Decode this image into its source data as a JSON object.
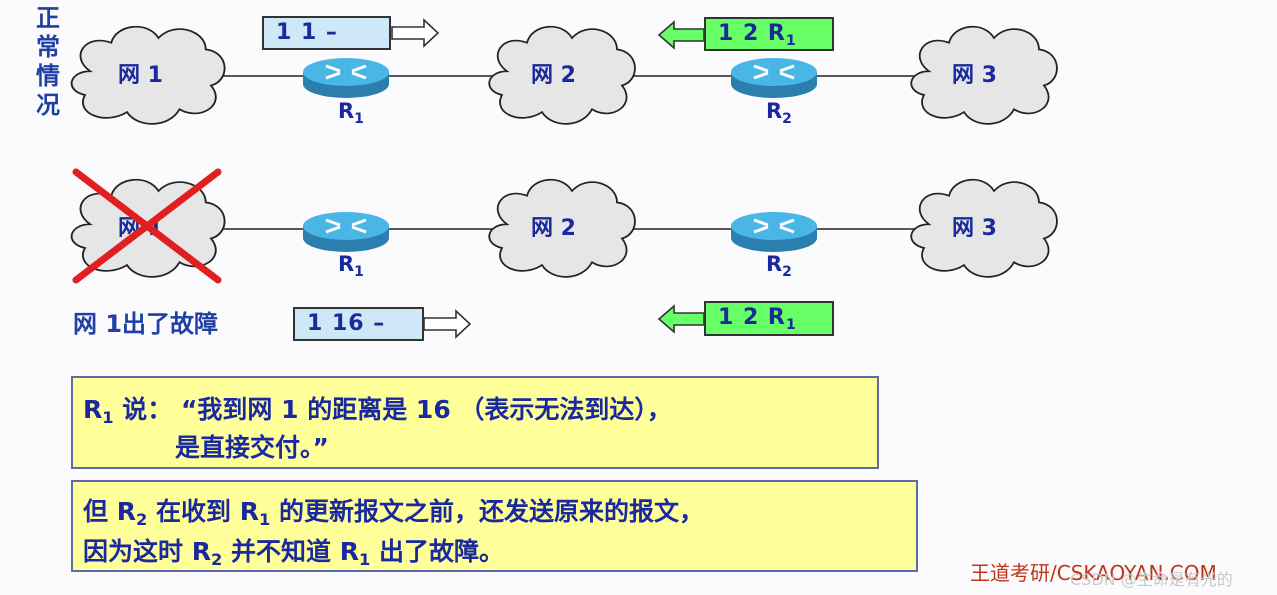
{
  "side_label_chars": [
    "正",
    "常",
    "情",
    "况"
  ],
  "networks": {
    "net1": "网 1",
    "net2": "网 2",
    "net3": "网 3"
  },
  "routers": {
    "r1": "R",
    "r2": "R",
    "r1_sub": "1",
    "r2_sub": "2"
  },
  "row1": {
    "update_left": "1  1  –",
    "update_right": "1  2  R",
    "update_right_sub": "1"
  },
  "row2": {
    "fault_label": "网 1出了故障",
    "update_left": "1  16  –",
    "update_right": "1  2  R",
    "update_right_sub": "1"
  },
  "note1": {
    "line1_prefix": "R",
    "line1_sub": "1",
    "line1_rest": " 说：  “我到网 1 的距离是 16  （表示无法到达），",
    "line2": "是直接交付。”"
  },
  "note2": {
    "line1_a": "但 R",
    "line1_a_sub": "2",
    "line1_b": " 在收到 R",
    "line1_b_sub": "1",
    "line1_c": " 的更新报文之前，还发送原来的报文，",
    "line2_a": "因为这时  R",
    "line2_a_sub": "2",
    "line2_b": " 并不知道  R",
    "line2_b_sub": "1",
    "line2_c": " 出了故障。"
  },
  "brand": "王道考研/CSKAOYAN.COM",
  "watermark": "CSDN @生命是有光的",
  "colors": {
    "text_blue": "#1a2a9e",
    "router": "#3aa6d8",
    "cloud": "#e6e6e6",
    "box_blue": "#cfe8f8",
    "box_green": "#66ff66",
    "note_yellow": "#ffff99",
    "cross_red": "#e02020",
    "brand_red": "#c0341a"
  },
  "icons": [
    "cloud-icon",
    "router-icon",
    "arrow-right-icon",
    "arrow-left-icon",
    "cross-icon"
  ]
}
